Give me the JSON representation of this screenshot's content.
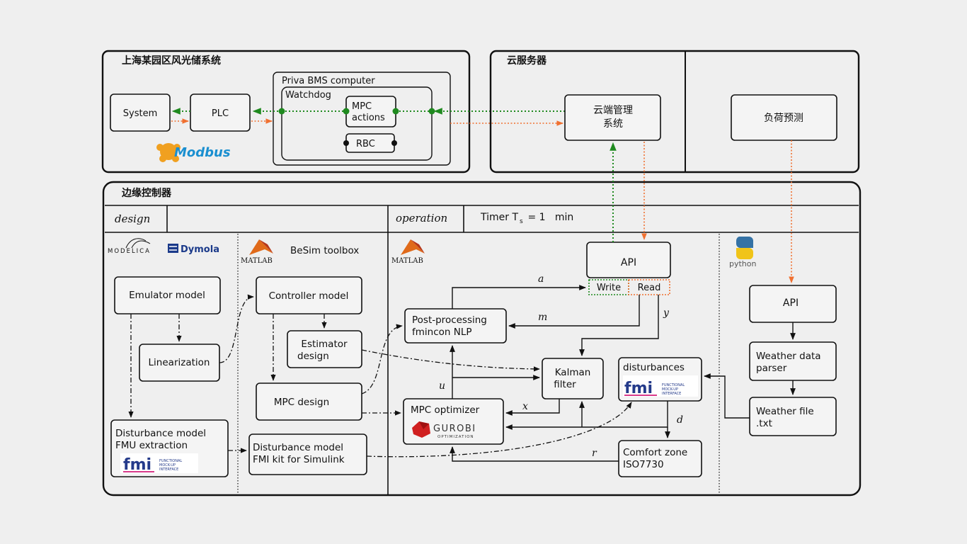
{
  "top_left_panel": {
    "title": "上海某园区风光储系统",
    "system": "System",
    "plc": "PLC",
    "modbus_logo": "Modbus",
    "priva_title": "Priva BMS computer",
    "watchdog": "Watchdog",
    "mpc_actions_line1": "MPC",
    "mpc_actions_line2": "actions",
    "rbc": "RBC"
  },
  "cloud_panel": {
    "title": "云服务器",
    "cloud_mgmt_line1": "云端管理",
    "cloud_mgmt_line2": "系统",
    "load_forecast": "负荷预测"
  },
  "edge_panel": {
    "title": "边缘控制器",
    "design_tab": "design",
    "operation_tab": "operation",
    "timer_prefix": "Timer T",
    "timer_sub": "s",
    "timer_value": " = 1   min"
  },
  "design": {
    "modelica_logo": "MODELICA",
    "dymola_logo": "Dymola",
    "matlab_logo": "MATLAB",
    "besim": "BeSim toolbox",
    "emulator": "Emulator model",
    "linearization": "Linearization",
    "dist_fmu_line1": "Disturbance model",
    "dist_fmu_line2": "FMU extraction",
    "controller": "Controller model",
    "estimator_line1": "Estimator",
    "estimator_line2": "design",
    "mpc_design": "MPC design",
    "dist_kit_line1": "Disturbance model",
    "dist_kit_line2": "FMI kit for Simulink"
  },
  "operation": {
    "matlab_logo": "MATLAB",
    "api": "API",
    "write": "Write",
    "read": "Read",
    "post_line1": "Post-processing",
    "post_line2": "fmincon NLP",
    "kalman_line1": "Kalman",
    "kalman_line2": "filter",
    "disturbances": "disturbances",
    "mpc_optimizer": "MPC optimizer",
    "gurobi": "GUROBI",
    "gurobi_sub": "OPTIMIZATION",
    "comfort_line1": "Comfort zone",
    "comfort_line2": "ISO7730",
    "sig_a": "a",
    "sig_m": "m",
    "sig_y": "y",
    "sig_u": "u",
    "sig_x": "x",
    "sig_d": "d",
    "sig_r": "r"
  },
  "python_col": {
    "python_logo": "python",
    "api": "API",
    "weather_parser_line1": "Weather data",
    "weather_parser_line2": "parser",
    "weather_file_line1": "Weather file",
    "weather_file_line2": ".txt"
  },
  "fmi_logo": {
    "word": "fmi",
    "sub1": "FUNCTIONAL",
    "sub2": "MOCK-UP",
    "sub3": "INTERFACE"
  },
  "colors": {
    "green_flow": "#1f8a1f",
    "orange_flow": "#f07030",
    "modbus_blue": "#1a8fd0",
    "modbus_orange": "#f0a020",
    "gurobi_red": "#d02020",
    "fmi_blue": "#243a8a"
  }
}
